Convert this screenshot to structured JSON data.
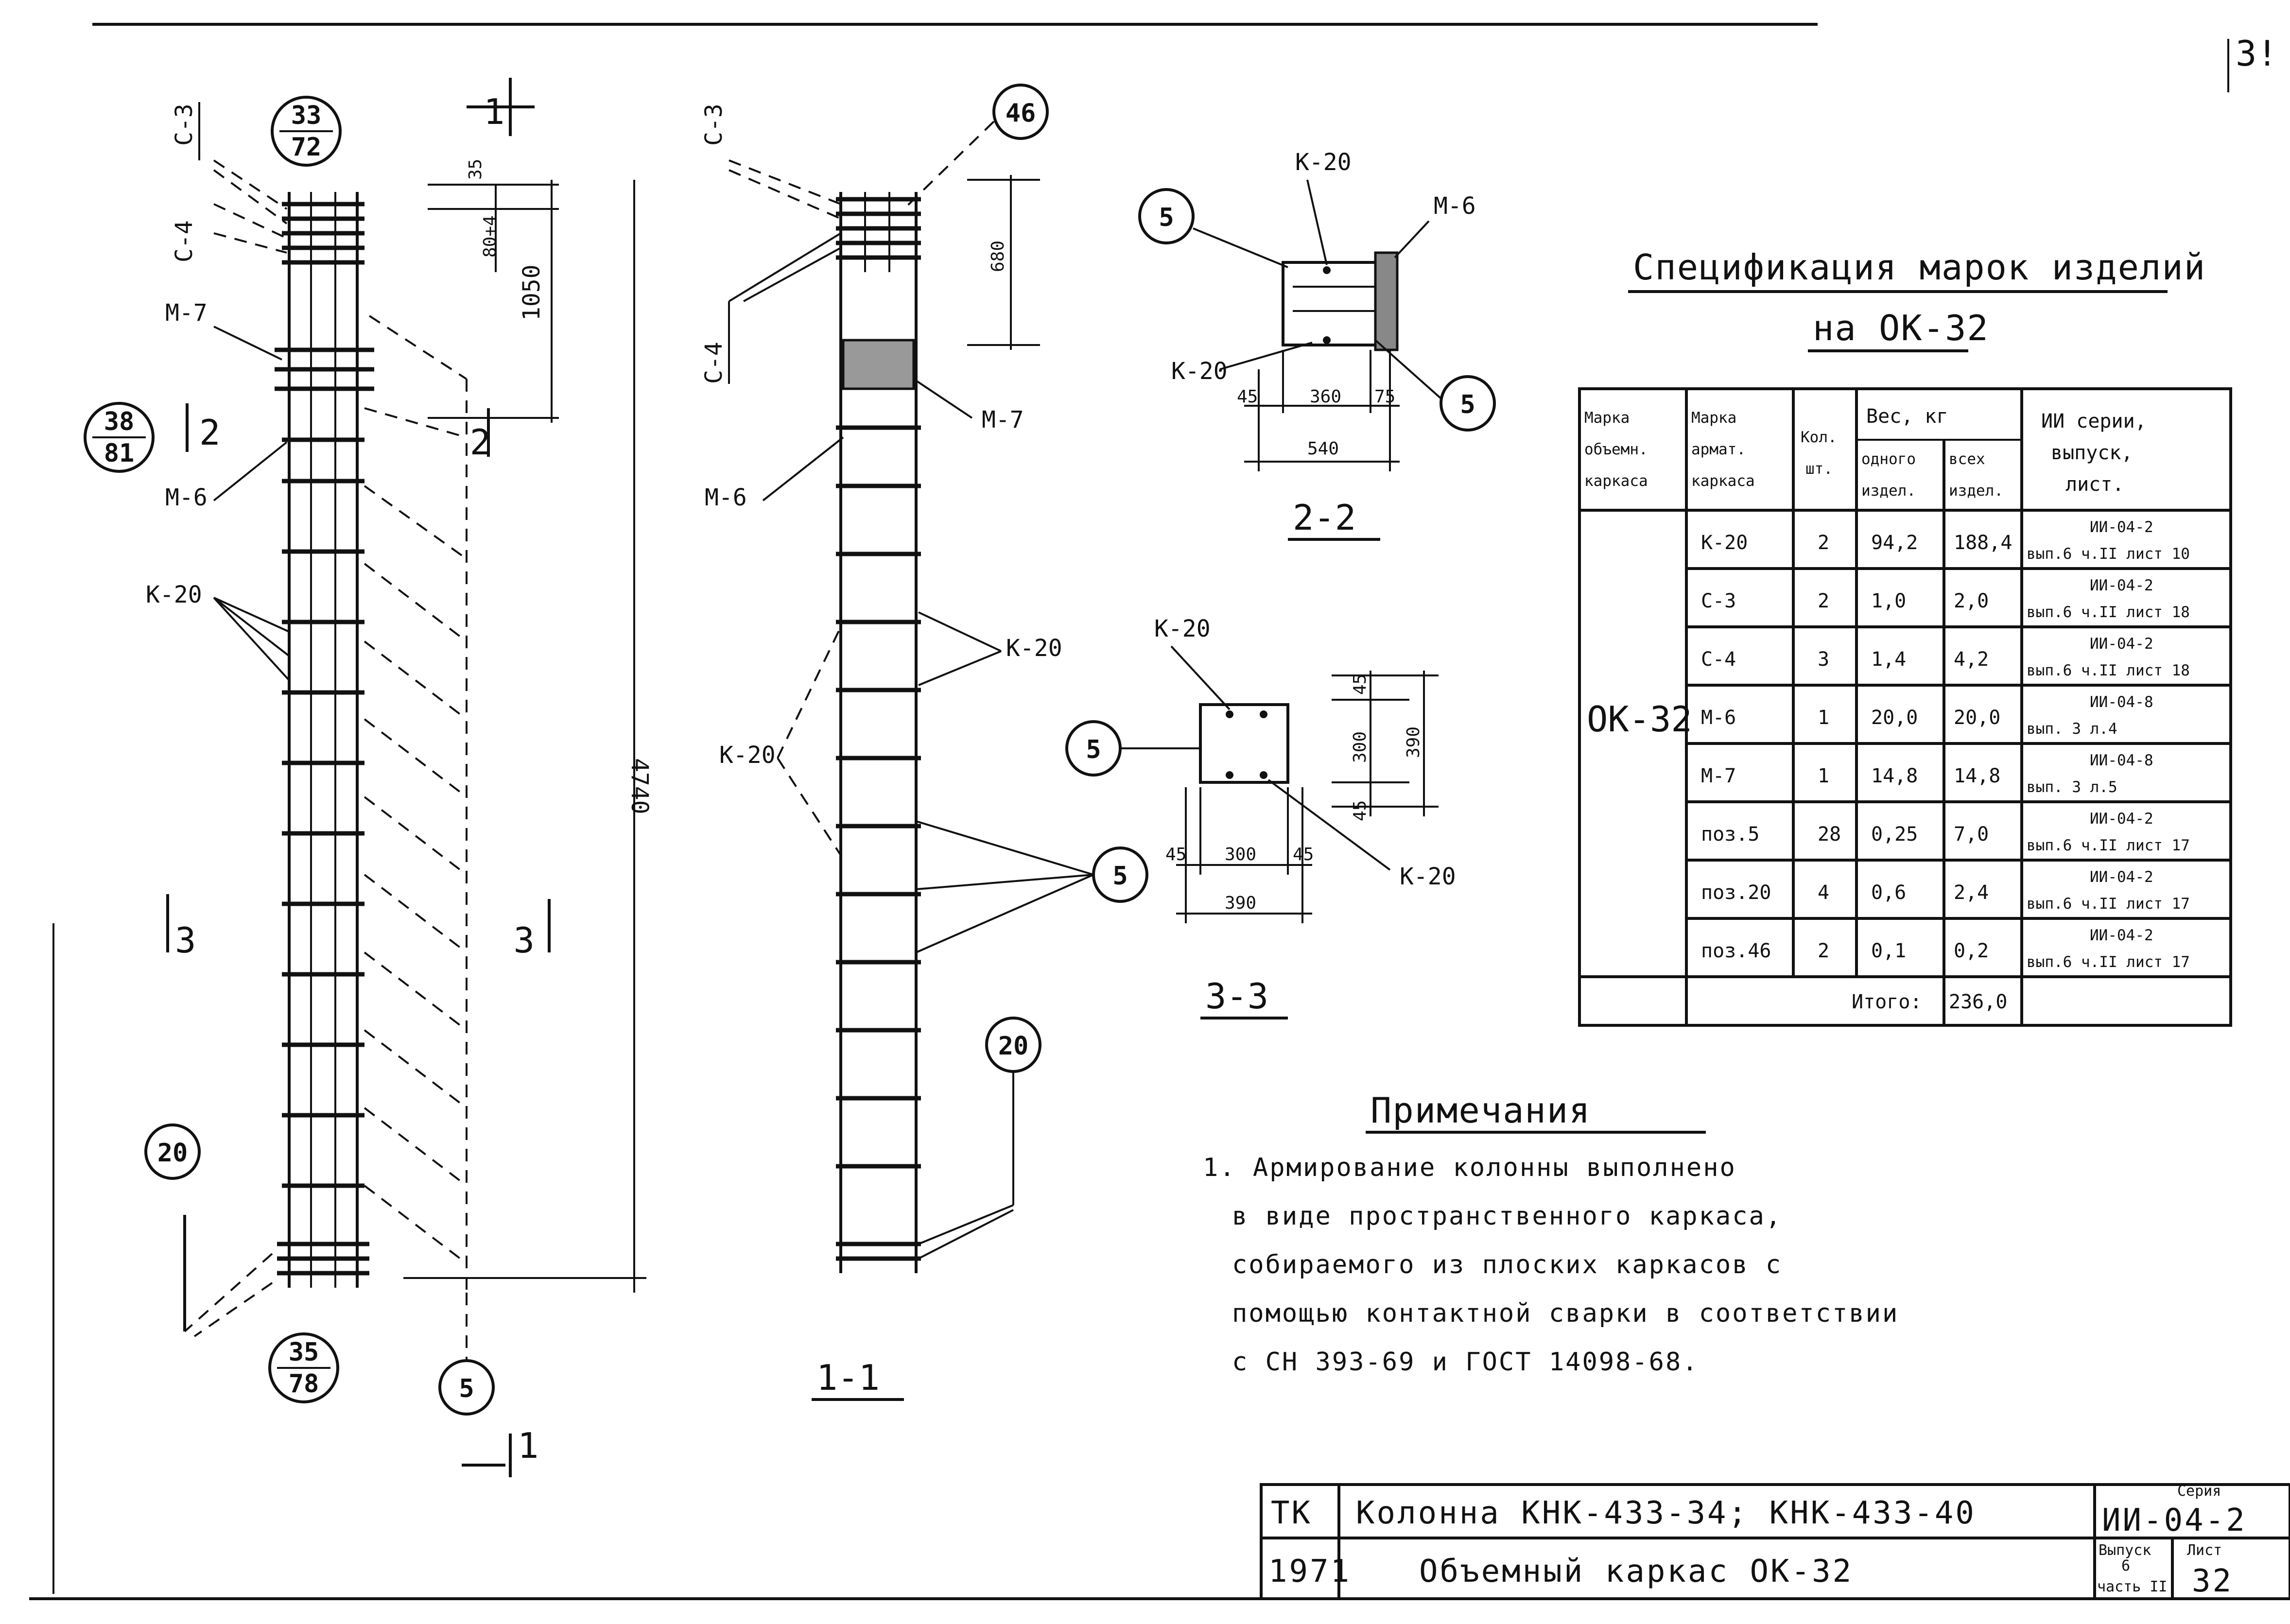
{
  "sheet_number": "3!",
  "labels": {
    "c3": "С-3",
    "c4": "С-4",
    "m7": "М-7",
    "m6": "М-6",
    "k20": "К-20",
    "sec11_mark": "1",
    "sec22_mark": "2",
    "sec33_mark": "3",
    "pos5": "5",
    "pos20": "20",
    "pos46": "46"
  },
  "detail_circles": [
    {
      "top": "33",
      "bottom": "72"
    },
    {
      "top": "38",
      "bottom": "81"
    },
    {
      "top": "35",
      "bottom": "78"
    }
  ],
  "dimensions": {
    "d35": "35",
    "d804": "80+4",
    "d1050": "1050",
    "d4740": "4740",
    "d680": "680",
    "d45a": "45",
    "d360": "360",
    "d75": "75",
    "d540": "540",
    "d45b": "45",
    "d300": "300",
    "d45c": "45",
    "d390": "390",
    "v45": "45",
    "v300": "300",
    "v390": "390",
    "v45b": "45"
  },
  "section_titles": {
    "s11": "1-1",
    "s22": "2-2",
    "s33": "3-3"
  },
  "spec": {
    "title": "Спецификация марок изделий",
    "subtitle": "на ОК-32",
    "headers": {
      "mark_vol": [
        "Марка",
        "объемн.",
        "каркаса"
      ],
      "mark_arm": [
        "Марка",
        "армат.",
        "каркаса"
      ],
      "qty": [
        "Кол.",
        "шт."
      ],
      "weight": "Вес, кг",
      "one": [
        "одного",
        "издел."
      ],
      "all": [
        "всех",
        "издел."
      ],
      "series": [
        "ИИ серии,",
        "выпуск,",
        "лист."
      ]
    },
    "group_mark": "ОК-32",
    "rows": [
      {
        "mark": "К-20",
        "qty": "2",
        "one": "94,2",
        "all": "188,4",
        "ref1": "ИИ-04-2",
        "ref2": "вып.6 ч.II лист 10"
      },
      {
        "mark": "С-3",
        "qty": "2",
        "one": "1,0",
        "all": "2,0",
        "ref1": "ИИ-04-2",
        "ref2": "вып.6 ч.II лист 18"
      },
      {
        "mark": "С-4",
        "qty": "3",
        "one": "1,4",
        "all": "4,2",
        "ref1": "ИИ-04-2",
        "ref2": "вып.6 ч.II лист 18"
      },
      {
        "mark": "М-6",
        "qty": "1",
        "one": "20,0",
        "all": "20,0",
        "ref1": "ИИ-04-8",
        "ref2": "вып. 3 л.4"
      },
      {
        "mark": "М-7",
        "qty": "1",
        "one": "14,8",
        "all": "14,8",
        "ref1": "ИИ-04-8",
        "ref2": "вып. 3 л.5"
      },
      {
        "mark": "поз.5",
        "qty": "28",
        "one": "0,25",
        "all": "7,0",
        "ref1": "ИИ-04-2",
        "ref2": "вып.6 ч.II лист 17"
      },
      {
        "mark": "поз.20",
        "qty": "4",
        "one": "0,6",
        "all": "2,4",
        "ref1": "ИИ-04-2",
        "ref2": "вып.6 ч.II лист 17"
      },
      {
        "mark": "поз.46",
        "qty": "2",
        "one": "0,1",
        "all": "0,2",
        "ref1": "ИИ-04-2",
        "ref2": "вып.6 ч.II лист 17"
      }
    ],
    "total_label": "Итого:",
    "total_value": "236,0"
  },
  "notes": {
    "title": "Примечания",
    "lines": [
      "1. Армирование колонны выполнено",
      "в виде пространственного каркаса,",
      "собираемого из плоских каркасов с",
      "помощью контактной сварки в соответствии",
      "с СН 393-69 и ГОСТ 14098-68."
    ]
  },
  "title_block": {
    "org": "ТК",
    "year": "1971",
    "title1": "Колонна КНК-433-34; КНК-433-40",
    "title2": "Объемный каркас ОК-32",
    "series_label": "Серия",
    "series_value": "ИИ-04-2",
    "issue_label": "Выпуск",
    "issue_value": "6",
    "part_value": "часть II",
    "sheet_label": "Лист",
    "sheet_value": "32"
  }
}
